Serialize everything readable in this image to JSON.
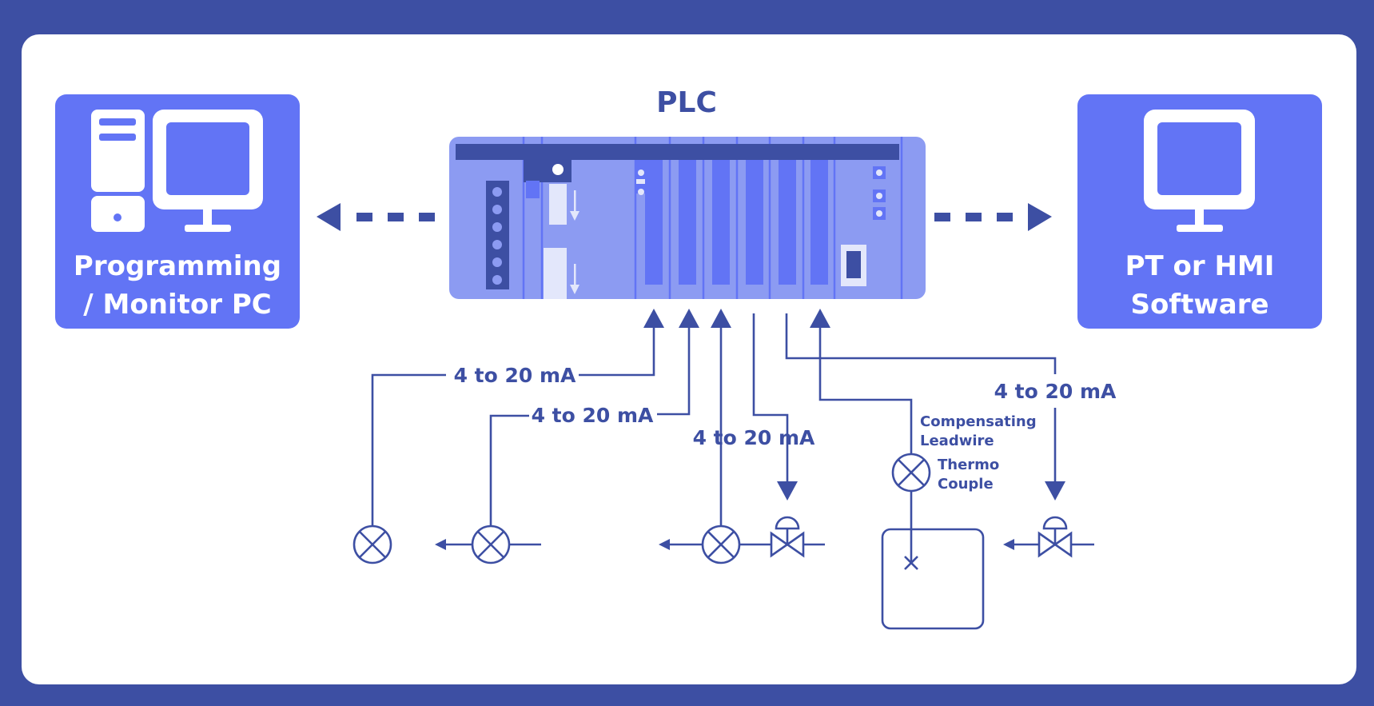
{
  "colors": {
    "frame": "#3d4fa3",
    "box": "#6274f5",
    "plc_body": "#8c9bf2",
    "line": "#3d4fa3"
  },
  "left_box": {
    "line1": "Programming",
    "line2": "/ Monitor PC",
    "icons": [
      "desktop-tower-icon",
      "monitor-icon"
    ]
  },
  "right_box": {
    "line1": "PT or HMI",
    "line2": "Software",
    "icons": [
      "monitor-icon"
    ]
  },
  "plc": {
    "title": "PLC"
  },
  "signals": {
    "s1": "4 to 20 mA",
    "s2": "4 to 20 mA",
    "s3": "4 to 20 mA",
    "s4": "4 to 20 mA"
  },
  "thermo": {
    "leadwire_line1": "Compensating",
    "leadwire_line2": "Leadwire",
    "couple_line1": "Thermo",
    "couple_line2": "Couple"
  }
}
